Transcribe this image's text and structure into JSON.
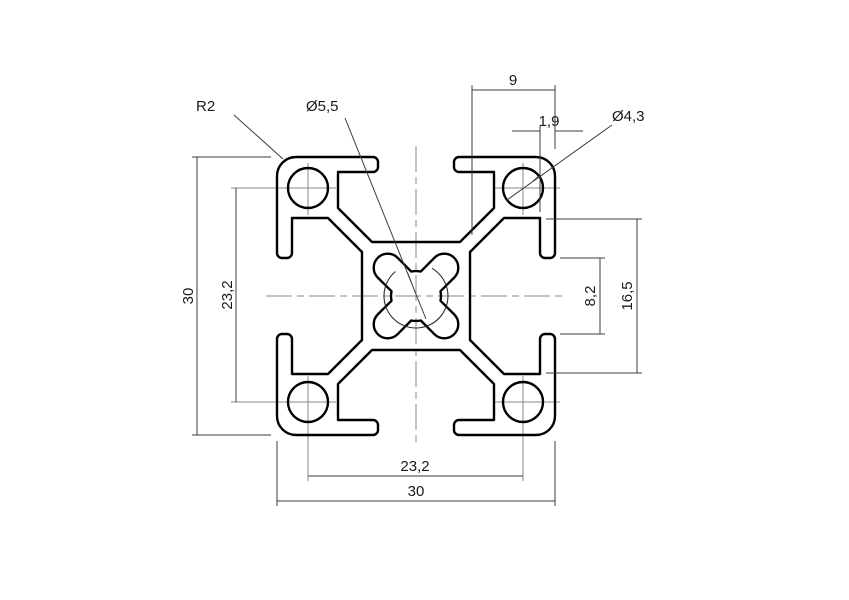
{
  "drawing": {
    "type": "technical-cross-section",
    "subject": "30x30 aluminium T-slot extrusion profile",
    "background_color": "#ffffff",
    "colors": {
      "profile_line": "#000000",
      "dimension_line": "#3c3c3c",
      "centerline": "#8a8a8a",
      "text": "#1a1a1a"
    },
    "leaders": {
      "corner_radius": "R2",
      "center_bore_diameter": "Ø5,5",
      "corner_hole_diameter": "Ø4,3"
    },
    "dimensions": {
      "top_slot_offset": "9",
      "lip_thickness": "1,9",
      "overall_height": "30",
      "hole_spacing_vertical": "23,2",
      "slot_opening_width": "8,2",
      "slot_inner_width": "16,5",
      "hole_spacing_horizontal": "23,2",
      "overall_width": "30"
    }
  }
}
